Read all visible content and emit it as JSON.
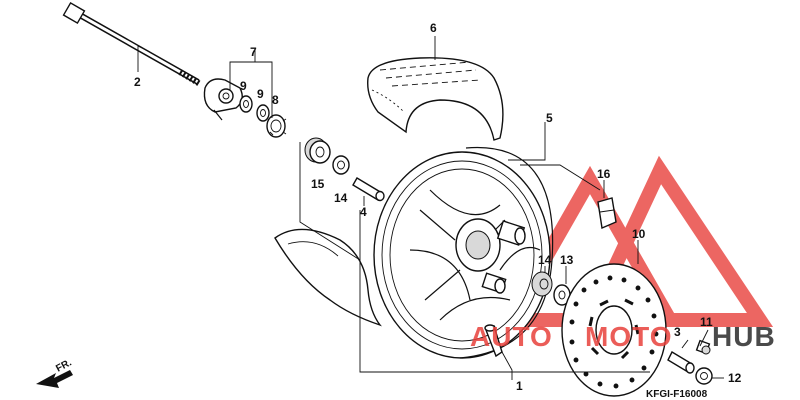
{
  "diagram": {
    "part_labels": {
      "p1": "1",
      "p2": "2",
      "p3": "3",
      "p4": "4",
      "p5": "5",
      "p6": "6",
      "p7": "7",
      "p8": "8",
      "p9a": "9",
      "p9b": "9",
      "p10": "10",
      "p11": "11",
      "p12": "12",
      "p13": "13",
      "p14": "14",
      "p15": "15",
      "p16": "16"
    },
    "diagram_code": "KFGI-F16008",
    "direction_label": "FR.",
    "watermark": {
      "brand_left": "AUTO",
      "brand_mid": "MOTO",
      "brand_right": "HUB",
      "accent": "#e8413c",
      "dark": "#2b2b2b"
    }
  }
}
